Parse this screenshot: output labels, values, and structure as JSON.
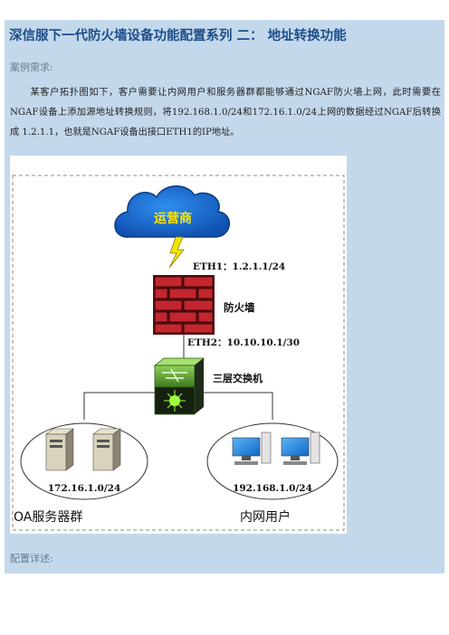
{
  "document": {
    "title": "深信服下一代防火墙设备功能配置系列 二： 地址转换功能",
    "case_label": "案例需求:",
    "requirement_text": "某客户拓扑图如下，客户需要让内网用户和服务器群都能够通过NGAF防火墙上网，此时需要在NGAF设备上添加源地址转换规则，将192.168.1.0/24和172.16.1.0/24上网的数据经过NGAF后转换成 1.2.1.1，也就是NGAF设备出接口ETH1的IP地址。",
    "config_label": "配置详述:"
  },
  "diagram": {
    "isp_label": "运营商",
    "eth1_label": "ETH1：1.2.1.1/24",
    "firewall_label": "防火墙",
    "eth2_label": "ETH2：10.10.10.1/30",
    "switch_label": "三层交换机",
    "server_subnet": "172.16.1.0/24",
    "user_subnet": "192.168.1.0/24",
    "server_group_label": "OA服务器群",
    "user_group_label": "内网用户"
  },
  "colors": {
    "title_blue": "#1d4f8c",
    "panel_bg": "#c3d8ea",
    "cloud_blue": "#1d6fd6",
    "brick_red": "#c4262e"
  }
}
